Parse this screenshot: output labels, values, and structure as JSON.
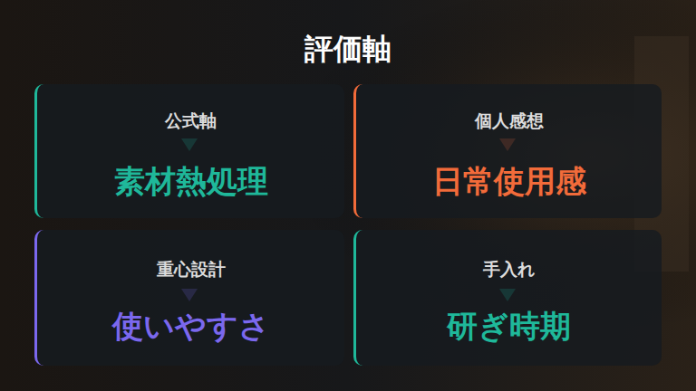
{
  "diagram": {
    "title": "評価軸",
    "nodes": [
      {
        "text": [
          "公式軸",
          "素材熱処理"
        ]
      },
      {
        "text": [
          "個人感想",
          "日常使用感"
        ]
      },
      {
        "text": [
          "重心設計",
          "使いやすさ"
        ]
      },
      {
        "text": [
          "手入れ",
          "研ぎ時期"
        ]
      }
    ]
  }
}
